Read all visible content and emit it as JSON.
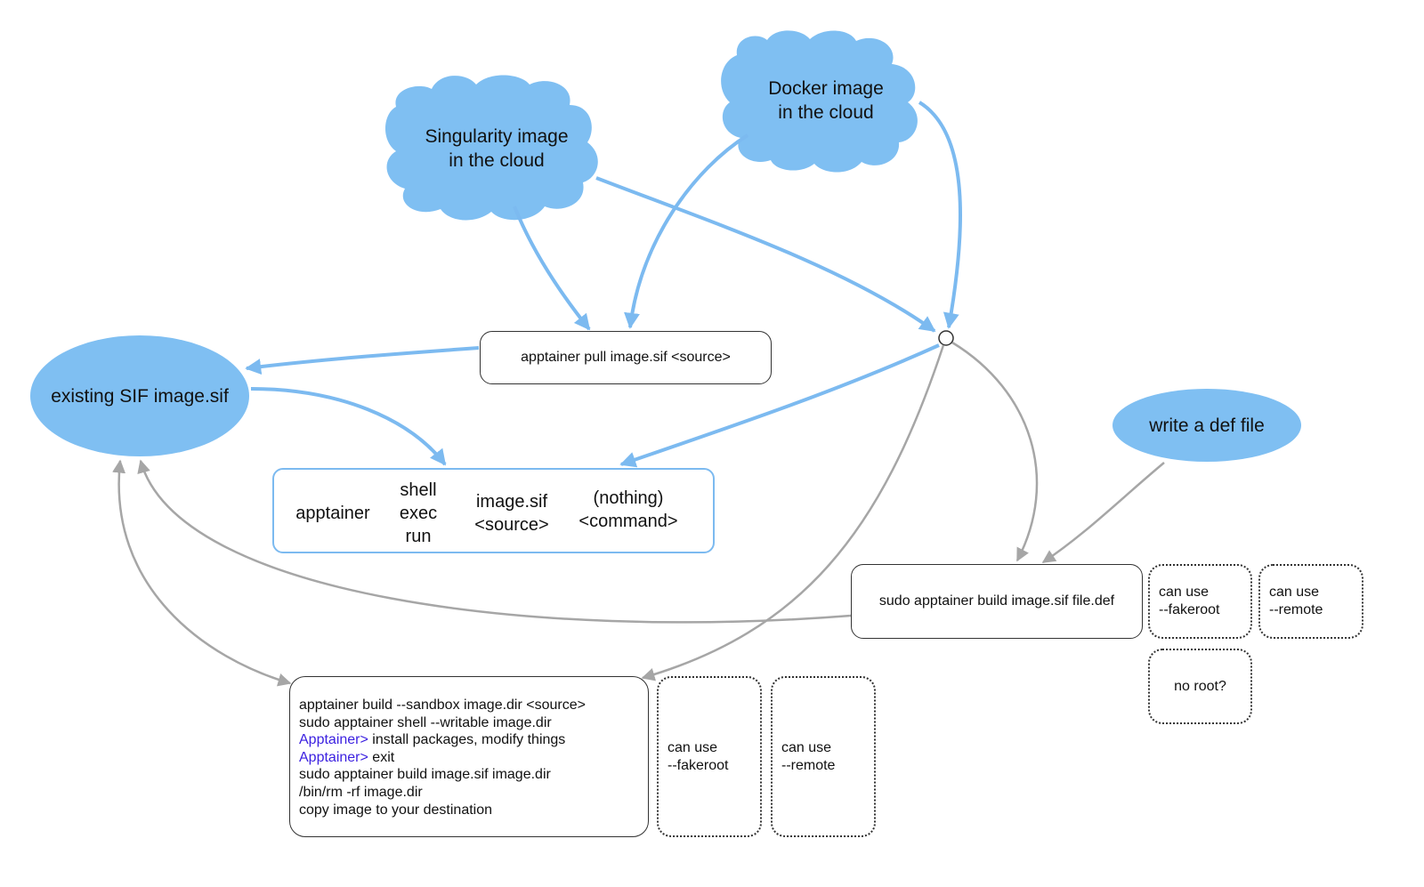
{
  "clouds": {
    "singularity": "Singularity image\nin the cloud",
    "docker": "Docker image\nin the cloud"
  },
  "ellipses": {
    "existing_sif": "existing SIF image.sif",
    "write_def": "write a def file"
  },
  "pull_box": "apptainer pull image.sif <source>",
  "run_box": {
    "col1": "apptainer",
    "col2": "shell\nexec\nrun",
    "col3": "image.sif\n<source>",
    "col4": "(nothing)\n<command>"
  },
  "build_def_box": "sudo apptainer build image.sif file.def",
  "def_options": {
    "fakeroot": "can use\n--fakeroot",
    "remote": "can use\n--remote",
    "no_root": "no root?"
  },
  "sandbox_box": {
    "lines": [
      {
        "prompt": "",
        "text": "apptainer build --sandbox image.dir <source>"
      },
      {
        "prompt": "",
        "text": "sudo apptainer shell --writable image.dir"
      },
      {
        "prompt": "Apptainer>",
        "text": " install packages, modify things"
      },
      {
        "prompt": "Apptainer>",
        "text": " exit"
      },
      {
        "prompt": "",
        "text": "sudo apptainer build image.sif image.dir"
      },
      {
        "prompt": "",
        "text": "/bin/rm -rf image.dir"
      },
      {
        "prompt": "",
        "text": "copy image to your destination"
      }
    ]
  },
  "sandbox_options": {
    "fakeroot": "can use\n--fakeroot",
    "remote": "can use\n--remote"
  },
  "colors": {
    "blue_fill": "#7fbff2",
    "blue_arrow": "#7cbaf0",
    "gray_arrow": "#a6a6a6",
    "prompt": "#3a1fe0"
  }
}
